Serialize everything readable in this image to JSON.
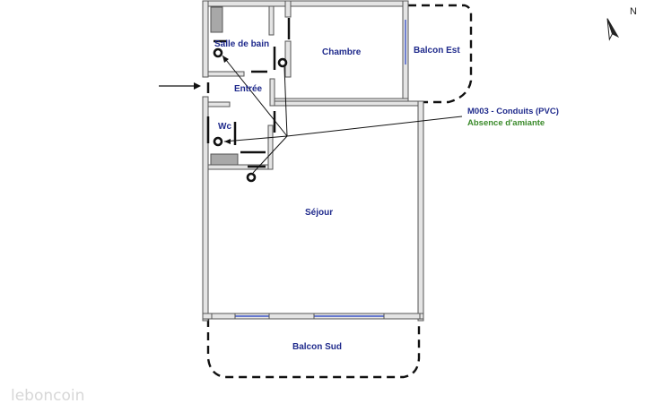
{
  "rooms": {
    "salle_de_bain": "Salle de bain",
    "chambre": "Chambre",
    "balcon_est": "Balcon Est",
    "entree": "Entrée",
    "wc": "Wc",
    "sejour": "Séjour",
    "balcon_sud": "Balcon Sud"
  },
  "annotation": {
    "code_line": "M003 - Conduits (PVC)",
    "status_line": "Absence d'amiante",
    "code_color": "#1f2a8c",
    "status_color": "#3a8a2a"
  },
  "compass": {
    "label": "N"
  },
  "watermark": {
    "text": "leboncoin"
  },
  "colors": {
    "wall_fill": "#e4e4e4",
    "wall_stroke": "#555555",
    "window": "#3f56c8",
    "fixture": "#a8a8a8",
    "dashed": "#111111"
  }
}
